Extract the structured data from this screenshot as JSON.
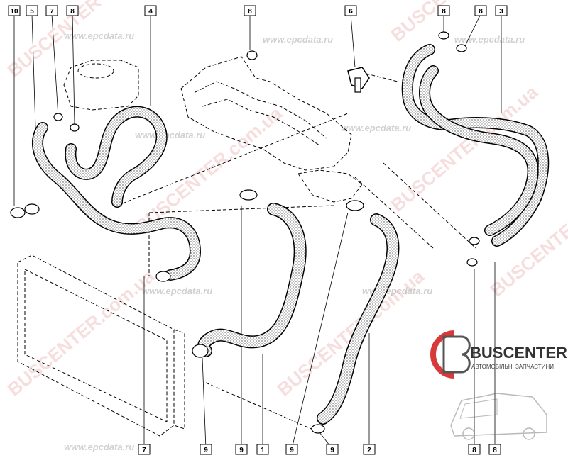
{
  "callouts": [
    {
      "label": "10"
    },
    {
      "label": "5"
    },
    {
      "label": "7"
    },
    {
      "label": "8"
    },
    {
      "label": "4"
    },
    {
      "label": "8"
    },
    {
      "label": "6"
    },
    {
      "label": "8"
    },
    {
      "label": "8"
    },
    {
      "label": "3"
    },
    {
      "label": "7"
    },
    {
      "label": "9"
    },
    {
      "label": "9"
    },
    {
      "label": "1"
    },
    {
      "label": "9"
    },
    {
      "label": "9"
    },
    {
      "label": "2"
    },
    {
      "label": "8"
    },
    {
      "label": "8"
    }
  ],
  "watermark": {
    "brand": "BUSCENTER",
    "domain": "BUSCENTER.com.ua",
    "source": "www.epcdata.ru"
  },
  "logo": {
    "name": "BUSCENTER",
    "tagline": "АВТОМОБІЛЬНІ ЗАПЧАСТИНИ"
  },
  "colors": {
    "hose": "#000000",
    "watermark": "#e8a0a0",
    "logo_red": "#d83a3a"
  }
}
